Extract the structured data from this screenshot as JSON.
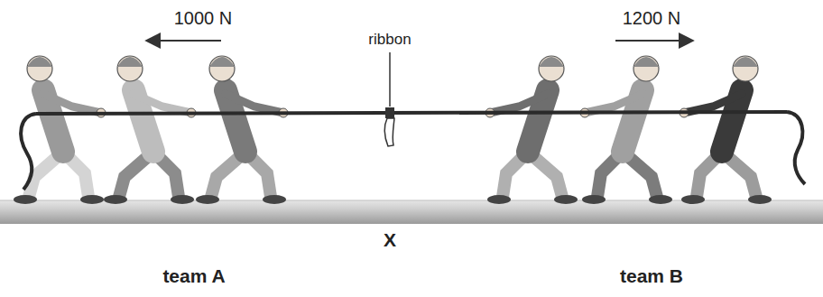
{
  "diagram": {
    "labels": [
      "1000 N",
      "1200 N",
      "ribbon",
      "X",
      "team A",
      "team B"
    ]
  }
}
